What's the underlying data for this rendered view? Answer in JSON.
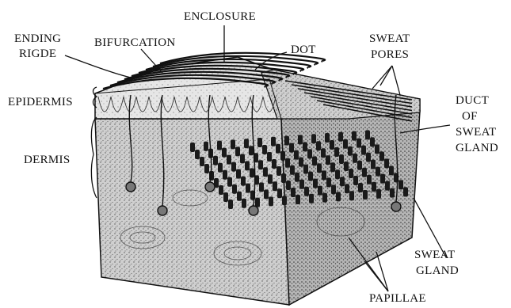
{
  "labels": {
    "enclosure": "ENCLOSURE",
    "ending_ridge": [
      "ENDING",
      "RIGDE"
    ],
    "bifurcation": "BIFURCATION",
    "dot": "DOT",
    "sweat_pores": [
      "SWEAT",
      "PORES"
    ],
    "epidermis": "EPIDERMIS",
    "dermis": "DERMIS",
    "duct_of_sweat_gland": [
      "DUCT",
      "OF",
      "SWEAT",
      "GLAND"
    ],
    "sweat_gland": [
      "SWEAT",
      "GLAND"
    ],
    "papillae": "PAPILLAE"
  },
  "colors": {
    "ink": "#111111",
    "skin_top": "#d9d9d9",
    "dermis_front": "#c4c4c4",
    "dermis_side": "#b8b8b8",
    "papillae": "#1a1a1a"
  }
}
